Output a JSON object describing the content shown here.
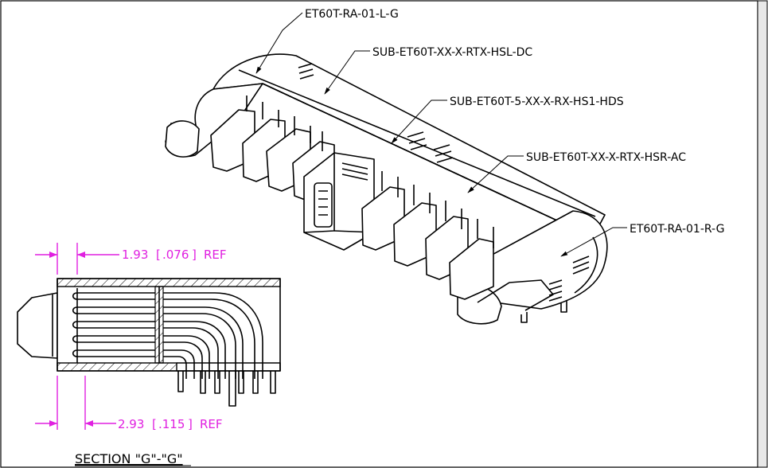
{
  "callouts": {
    "left_end_cap": "ET60T-RA-01-L-G",
    "left_module": "SUB-ET60T-XX-X-RTX-HSL-DC",
    "center_module": "SUB-ET60T-5-XX-X-RX-HS1-HDS",
    "right_module": "SUB-ET60T-XX-X-RTX-HSR-AC",
    "right_end_cap": "ET60T-RA-01-R-G"
  },
  "section": {
    "title": "SECTION \"G\"-\"G\"",
    "dim_top": {
      "value": "1.93",
      "alt": ".076",
      "suffix": "REF"
    },
    "dim_bottom": {
      "value": "2.93",
      "alt": ".115",
      "suffix": "REF"
    }
  },
  "colors": {
    "dimension": "#e020e0",
    "line": "#000000",
    "background": "#ffffff"
  }
}
